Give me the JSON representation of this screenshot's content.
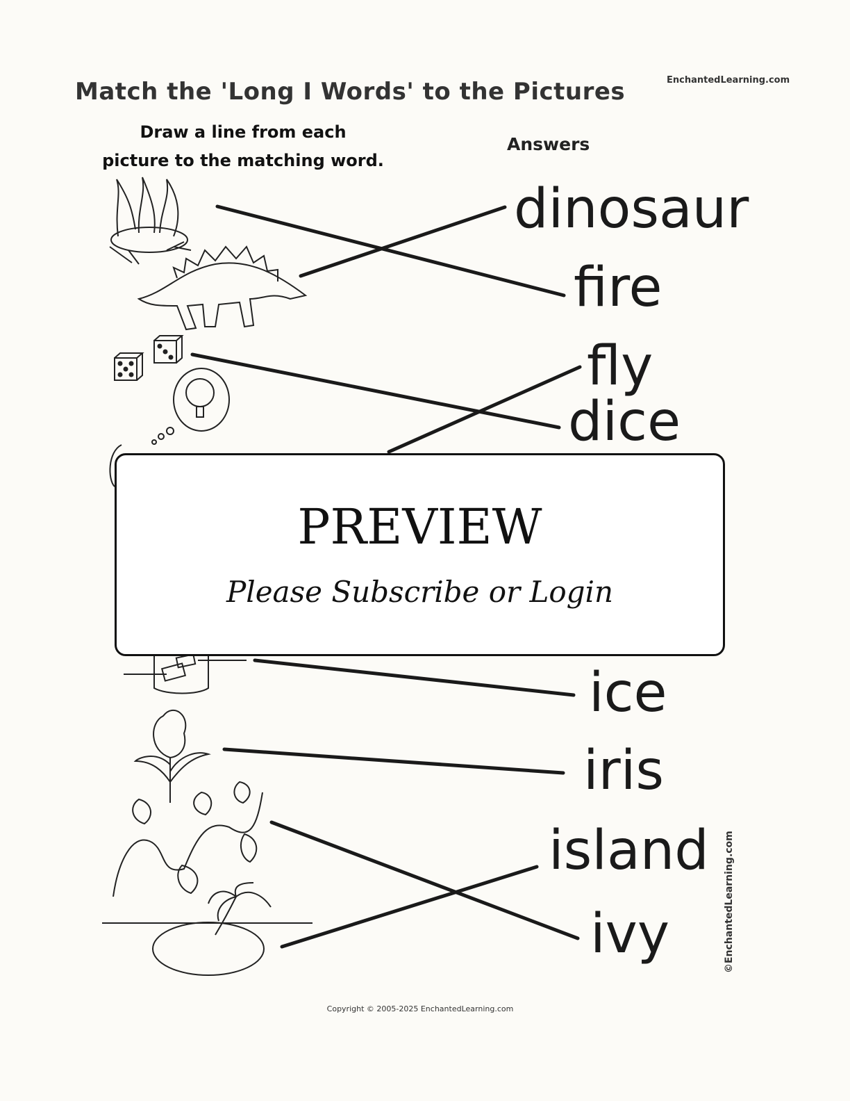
{
  "header": {
    "title": "Match the 'Long I Words' to the Pictures",
    "site": "EnchantedLearning.com"
  },
  "instructions": {
    "line1": "Draw a line from each",
    "line2": "picture to the matching word."
  },
  "answers_label": "Answers",
  "words": [
    "dinosaur",
    "fire",
    "fly",
    "dice",
    "ice",
    "iris",
    "island",
    "ivy"
  ],
  "pictures": [
    "fire-icon",
    "stegosaurus-icon",
    "dice-icon",
    "thought-bubble-lightbulb-icon",
    "ice-glass-icon",
    "iris-flower-icon",
    "ivy-vine-icon",
    "palm-island-icon"
  ],
  "preview": {
    "title": "PREVIEW",
    "subtitle": "Please Subscribe or Login"
  },
  "side_credit": "©EnchantedLearning.com",
  "footer": {
    "copyright": "Copyright © 2005-2025 EnchantedLearning.com"
  }
}
